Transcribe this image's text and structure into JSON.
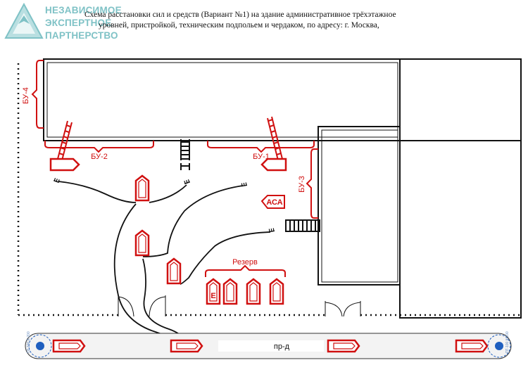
{
  "logo": {
    "line1": "НЕЗАВИСИМОЕ",
    "line2": "ЭКСПЕРТНОЕ",
    "line3": "ПАРТНЕРСТВО",
    "color": "#7fc2c6"
  },
  "title": {
    "line1": "Схема расстановки сил и средств (Вариант №1) на здание административное трёхэтажное",
    "line2": "уровней, пристройкой, техническим подпольем и чердаком, по адресу: г. Москва,"
  },
  "labels": {
    "bu1": "БУ-1",
    "bu2": "БУ-2",
    "bu3": "БУ-3",
    "bu4": "БУ-4",
    "asa": "АСА",
    "reserve": "Резерв",
    "e_truck": "Е",
    "road": "пр-д",
    "hydrant_left": "ПГ-100 К-200",
    "hydrant_right": "ПГ-100 К-200"
  },
  "colors": {
    "fire": "#d01010",
    "line": "#111111",
    "hydrant": "#1f5fbf"
  }
}
